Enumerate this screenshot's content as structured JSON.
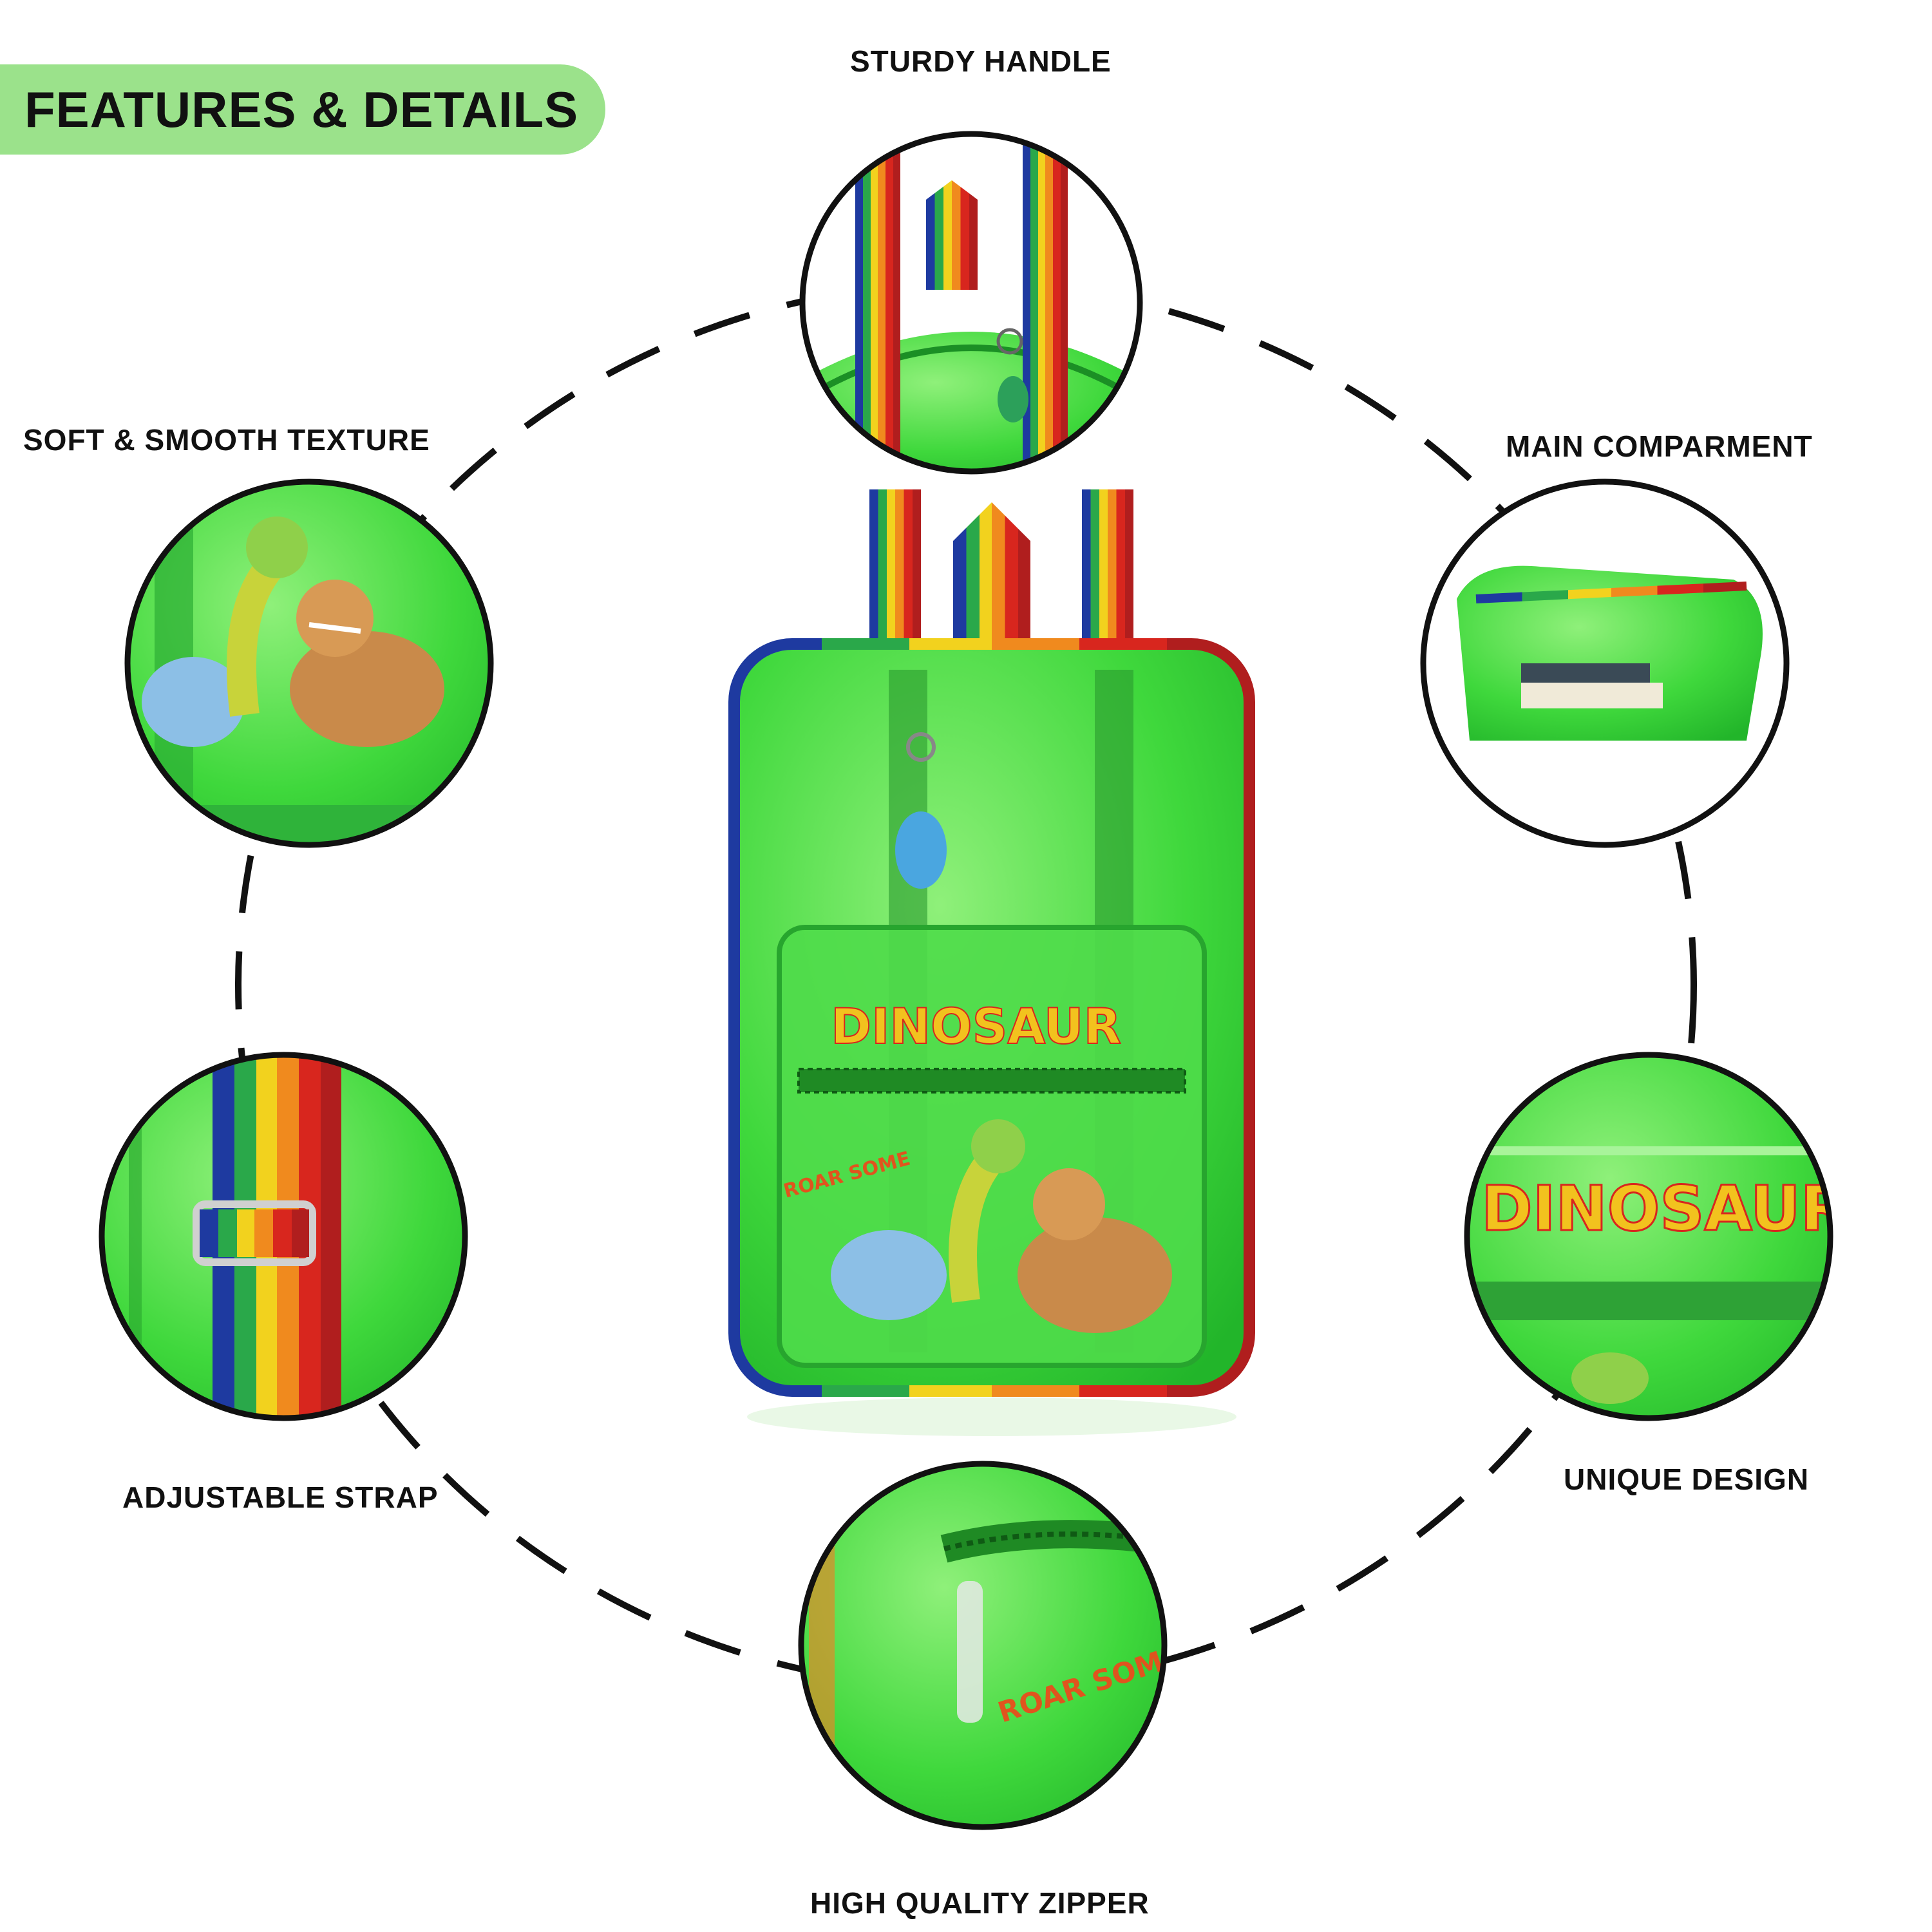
{
  "banner": {
    "title": "FEATURES & DETAILS",
    "color": "#9be28b"
  },
  "features": [
    {
      "id": "handle",
      "label": "STURDY HANDLE"
    },
    {
      "id": "texture",
      "label": "SOFT & SMOOTH TEXTURE"
    },
    {
      "id": "compartment",
      "label": "MAIN COMPARMENT"
    },
    {
      "id": "strap",
      "label": "ADJUSTABLE STRAP"
    },
    {
      "id": "design",
      "label": "UNIQUE DESIGN"
    },
    {
      "id": "zipper",
      "label": "HIGH QUALITY ZIPPER"
    }
  ],
  "product": {
    "pocket_print": "DINOSAUR",
    "sticker_print": "ROAR SOME",
    "body_color": "#38d43a",
    "strap_colors": [
      "#1e3aa0",
      "#2aa84a",
      "#f2d21e",
      "#f08a1e",
      "#d8261e",
      "#1e3aa0"
    ]
  }
}
